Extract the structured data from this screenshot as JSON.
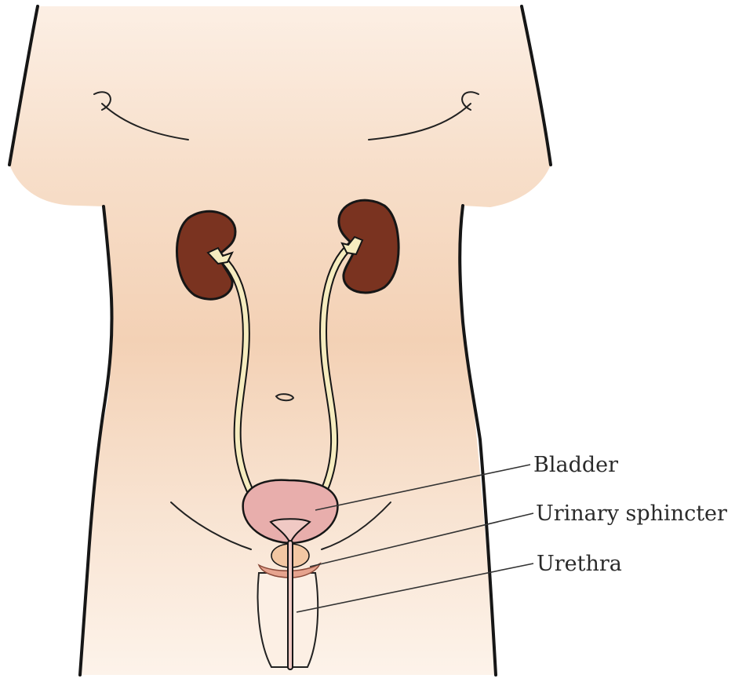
{
  "figure": {
    "labels": {
      "bladder": "Bladder",
      "sphincter": "Urinary sphincter",
      "urethra": "Urethra"
    }
  },
  "colors": {
    "skin_light": "#fcefe4",
    "skin_mid": "#f3d3b9",
    "kidney": "#7a3320",
    "ureter": "#f6ecbf",
    "bladder": "#e8aeac",
    "prostate": "#f3c7a3",
    "sphincter": "#e6a38e",
    "outline": "#161616",
    "leader": "#333333"
  }
}
